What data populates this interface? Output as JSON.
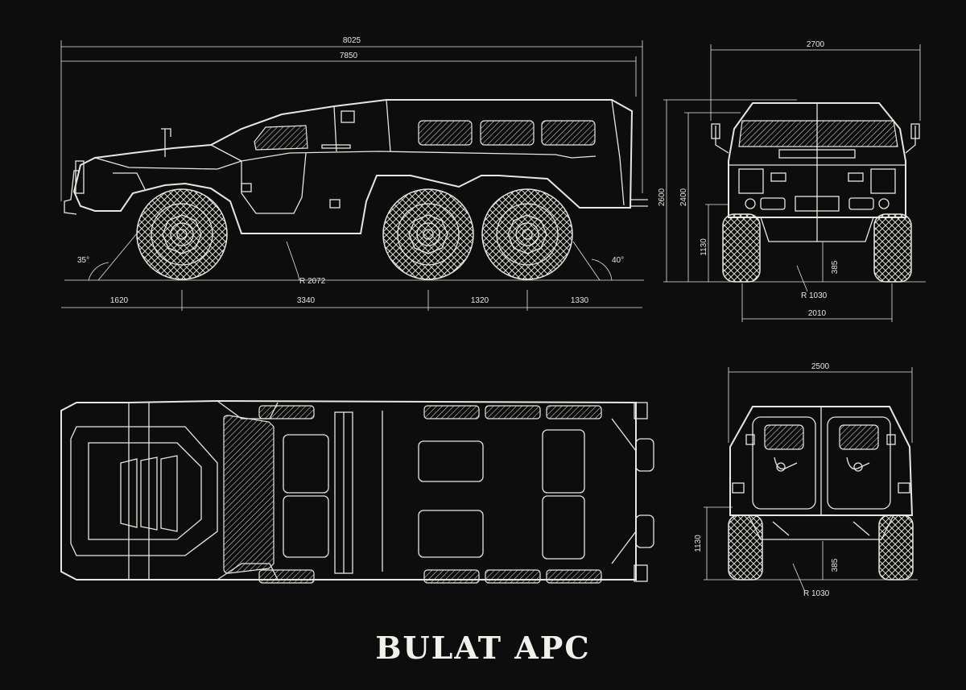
{
  "title": "BULAT APC",
  "side_view": {
    "overall_length": "8025",
    "hull_length": "7850",
    "front_overhang": "1620",
    "wheelbase_front": "3340",
    "wheelbase_rear": "1320",
    "rear_overhang": "1330",
    "approach_angle": "35°",
    "departure_angle": "40°",
    "turning_radius": "R 2072"
  },
  "front_view": {
    "width": "2700",
    "height": "2600",
    "hull_height": "2400",
    "axle_height": "1130",
    "ground_clearance": "385",
    "wheel_radius": "R 1030",
    "track": "2010"
  },
  "rear_view": {
    "width": "2500",
    "axle_height": "1130",
    "ground_clearance": "385",
    "wheel_radius": "R 1030"
  },
  "colors": {
    "background": "#0d0d0d",
    "line": "#e8e6df"
  }
}
